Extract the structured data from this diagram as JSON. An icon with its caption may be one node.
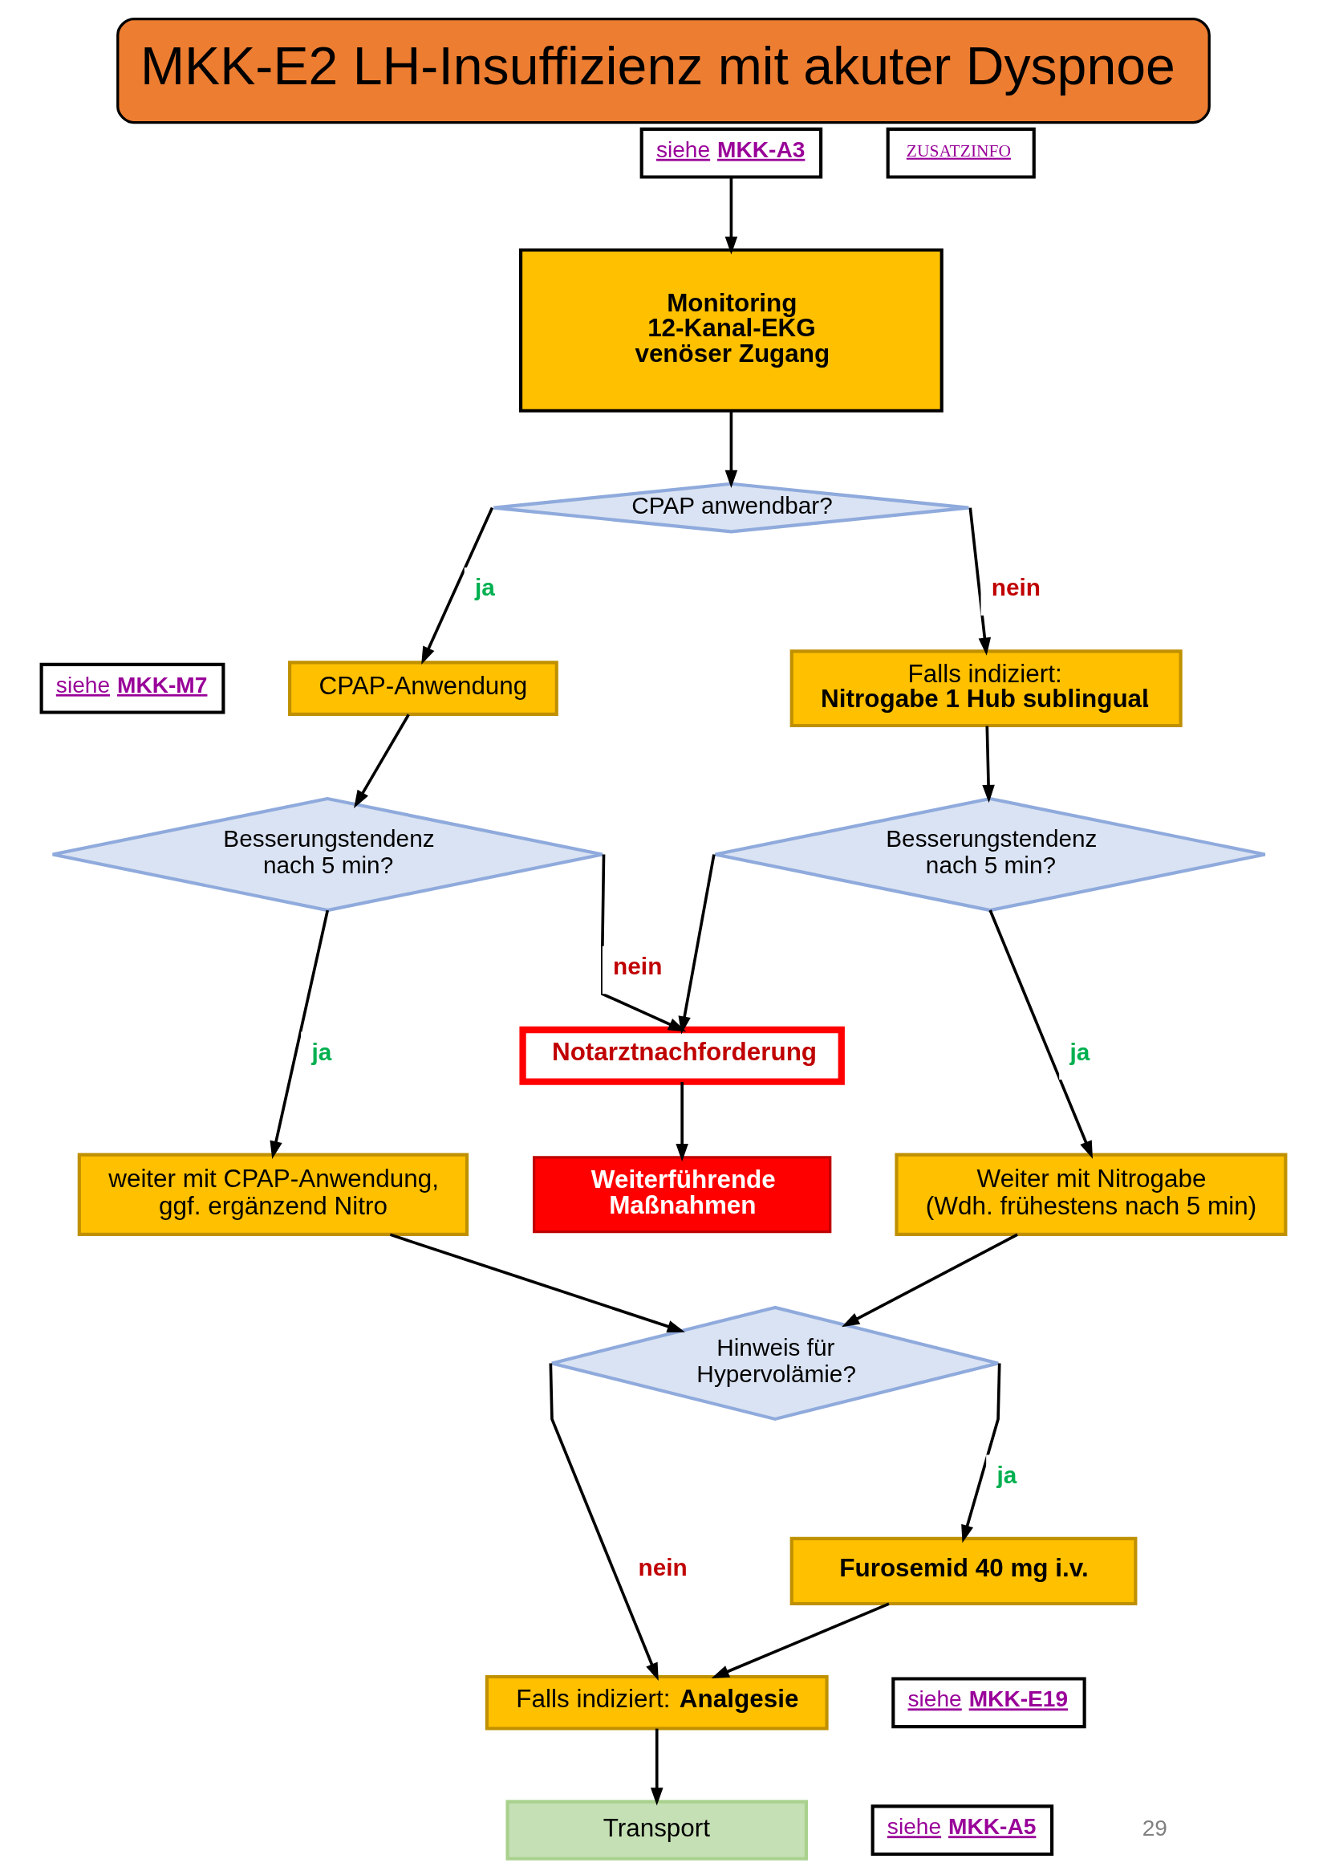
{
  "diagram": {
    "title": "MKK-E2 LH-Insuffizienz mit akuter Dyspnoe",
    "nodes": [
      {
        "text": [
          "siehe **MKK-A3**"
        ]
      },
      {
        "text": [
          "ZUSATZINFO"
        ]
      },
      {
        "text": [
          "Monitoring 12-Kanal-EKG venöser Zugang"
        ]
      },
      {
        "text": [
          "CPAP anwendbar?"
        ]
      },
      {
        "text": [
          "CPAP-Anwendung"
        ]
      },
      {
        "text": [
          "siehe **MKK-M7**"
        ]
      },
      {
        "text": [
          "Falls indiziert: **Nitrogabe 1 Hub sublingual**."
        ]
      },
      {
        "text": [
          "Besserungstendenz nach 5 min?"
        ]
      },
      {
        "text": [
          "Besserungstendenz nach 5 min?"
        ]
      },
      {
        "text": [
          "Notarztnachforderung"
        ]
      },
      {
        "text": [
          "weiter mit CPAP-Anwendung, ggf. ergänzend Nitro"
        ]
      },
      {
        "text": [
          "Weiterführende Maßnahmen"
        ]
      },
      {
        "text": [
          "Weiter mit Nitrogabe (Wdh. frühestens nach 5 min)"
        ]
      },
      {
        "text": [
          "Hinweis für Hypervolämie?"
        ]
      },
      {
        "text": [
          "Furosemid 40 mg i.v."
        ]
      },
      {
        "text": [
          "Falls indiziert: **Analgesie**"
        ]
      },
      {
        "text": [
          "siehe **MKK-E19**"
        ]
      },
      {
        "text": [
          "Transport"
        ]
      },
      {
        "text": [
          "siehe **MKK-A5**"
        ]
      }
    ],
    "edges": [
      {
        "from": 0,
        "to": 2,
        "arrow": "to"
      },
      {
        "from": 2,
        "to": 3,
        "arrow": "to"
      },
      {
        "from": 3,
        "to": 4,
        "arrow": "to",
        "label": "ja"
      },
      {
        "from": 3,
        "to": 6,
        "arrow": "to",
        "label": "nein"
      },
      {
        "from": 4,
        "to": 7,
        "arrow": "to"
      },
      {
        "from": 6,
        "to": 8,
        "arrow": "to"
      },
      {
        "from": 7,
        "to": 9,
        "arrow": "to",
        "label": "nein"
      },
      {
        "from": 8,
        "to": 9,
        "arrow": "to"
      },
      {
        "from": 7,
        "to": 10,
        "arrow": "to",
        "label": "ja"
      },
      {
        "from": 8,
        "to": 12,
        "arrow": "to",
        "label": "ja"
      },
      {
        "from": 9,
        "to": 11,
        "arrow": "to"
      },
      {
        "from": 10,
        "to": 13,
        "arrow": "to"
      },
      {
        "from": 12,
        "to": 13,
        "arrow": "to"
      },
      {
        "from": 13,
        "to": 15,
        "arrow": "to",
        "label": "nein"
      },
      {
        "from": 13,
        "to": 14,
        "arrow": "to",
        "label": "ja"
      },
      {
        "from": 14,
        "to": 15,
        "arrow": "to"
      },
      {
        "from": 15,
        "to": 17,
        "arrow": "to"
      }
    ],
    "labels": [
      "29"
    ]
  }
}
